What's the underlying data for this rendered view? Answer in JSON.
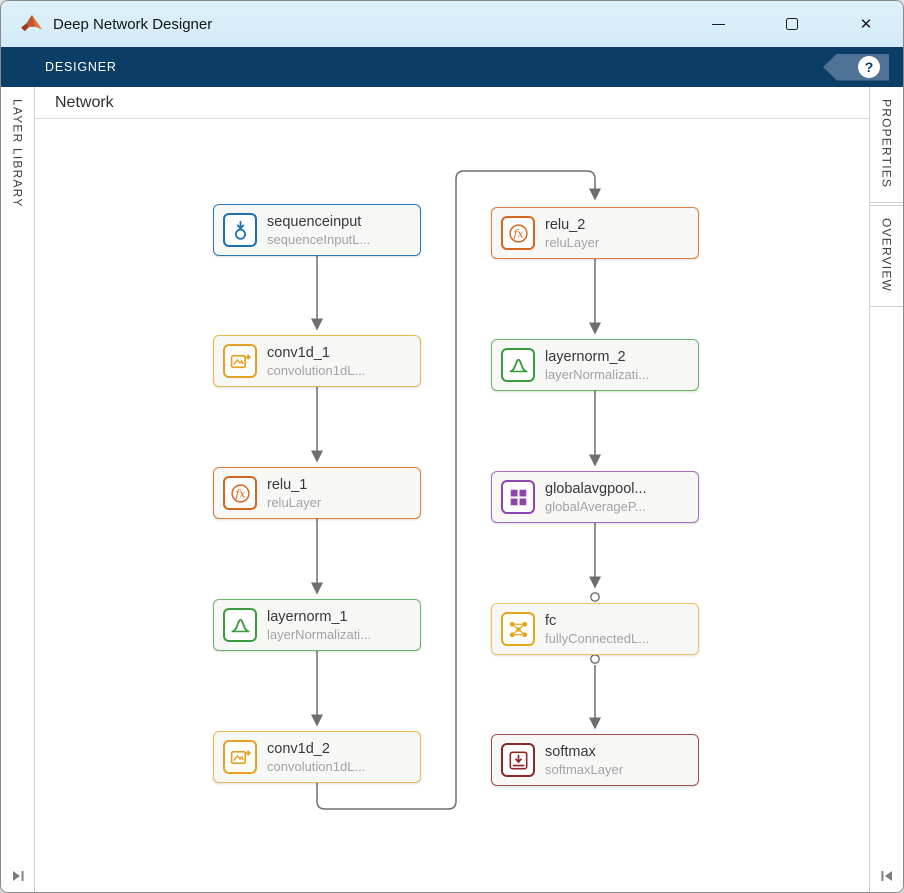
{
  "window": {
    "title": "Deep Network Designer"
  },
  "ribbon": {
    "tab": "DESIGNER",
    "help": "?"
  },
  "icons": {
    "minimize": "—",
    "maximize": "▢",
    "close": "✕",
    "help": "?",
    "panel-expand-left": "▶|",
    "panel-expand-right": "|◀"
  },
  "left_panel": {
    "label": "LAYER LIBRARY"
  },
  "right_panel": {
    "tabs": [
      "PROPERTIES",
      "OVERVIEW"
    ]
  },
  "canvas": {
    "title": "Network",
    "nodes": [
      {
        "title": "sequenceinput",
        "subtitle": "sequenceInputL...",
        "type": "sequence-input",
        "color": "#1f6fb0"
      },
      {
        "title": "conv1d_1",
        "subtitle": "convolution1dL...",
        "type": "convolution1d",
        "color": "#e5a126"
      },
      {
        "title": "relu_1",
        "subtitle": "reluLayer",
        "type": "relu",
        "color": "#d4671f"
      },
      {
        "title": "layernorm_1",
        "subtitle": "layerNormalizati...",
        "type": "layer-norm",
        "color": "#3a9a3e"
      },
      {
        "title": "conv1d_2",
        "subtitle": "convolution1dL...",
        "type": "convolution1d",
        "color": "#e5a126"
      },
      {
        "title": "relu_2",
        "subtitle": "reluLayer",
        "type": "relu",
        "color": "#d4671f"
      },
      {
        "title": "layernorm_2",
        "subtitle": "layerNormalizati...",
        "type": "layer-norm",
        "color": "#3a9a3e"
      },
      {
        "title": "globalavgpool...",
        "subtitle": "globalAverageP...",
        "type": "global-avg-pool",
        "color": "#8c46ad"
      },
      {
        "title": "fc",
        "subtitle": "fullyConnectedL...",
        "type": "fully-connected",
        "color": "#e2a71d"
      },
      {
        "title": "softmax",
        "subtitle": "softmaxLayer",
        "type": "softmax",
        "color": "#8e2828"
      }
    ],
    "edges": [
      [
        "sequenceinput",
        "conv1d_1"
      ],
      [
        "conv1d_1",
        "relu_1"
      ],
      [
        "relu_1",
        "layernorm_1"
      ],
      [
        "layernorm_1",
        "conv1d_2"
      ],
      [
        "conv1d_2",
        "relu_2"
      ],
      [
        "relu_2",
        "layernorm_2"
      ],
      [
        "layernorm_2",
        "globalavgpool..."
      ],
      [
        "globalavgpool...",
        "fc"
      ],
      [
        "fc",
        "softmax"
      ]
    ],
    "edge_color": "#6e6e6e"
  }
}
